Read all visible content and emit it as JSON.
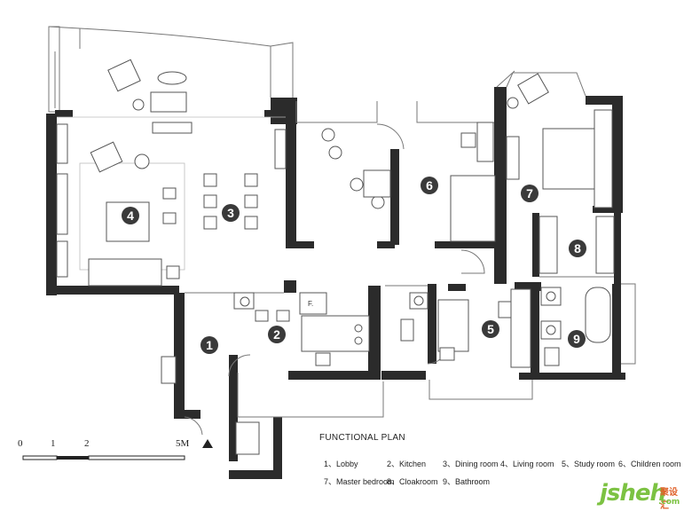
{
  "plan_title": "FUNCTIONAL PLAN",
  "rooms": [
    {
      "num": "1",
      "name": "Lobby"
    },
    {
      "num": "2",
      "name": "Kitchen"
    },
    {
      "num": "3",
      "name": "Dining room"
    },
    {
      "num": "4",
      "name": "Living room"
    },
    {
      "num": "5",
      "name": "Study room"
    },
    {
      "num": "6",
      "name": "Children room"
    },
    {
      "num": "7",
      "name": "Master bedroom"
    },
    {
      "num": "8",
      "name": "Cloakroom"
    },
    {
      "num": "9",
      "name": "Bathroom"
    }
  ],
  "legend_items": [
    "1、Lobby",
    "2、Kitchen",
    "3、Dining room",
    "4、Living room",
    "5、Study room",
    "6、Children room",
    "7、Master bedroom",
    "8、Cloakroom",
    "9、Bathroom"
  ],
  "scale_bar": {
    "labels": [
      "0",
      "1",
      "2",
      "5M"
    ]
  },
  "fridge_label": "F.",
  "watermark": {
    "brand": "jsheh",
    "domain": ".com",
    "cn": "聚设汇"
  },
  "colors": {
    "wall": "#2b2b2b",
    "badge": "#3a3a3a",
    "watermark_green": "#7cc242",
    "watermark_orange": "#e0612a"
  }
}
